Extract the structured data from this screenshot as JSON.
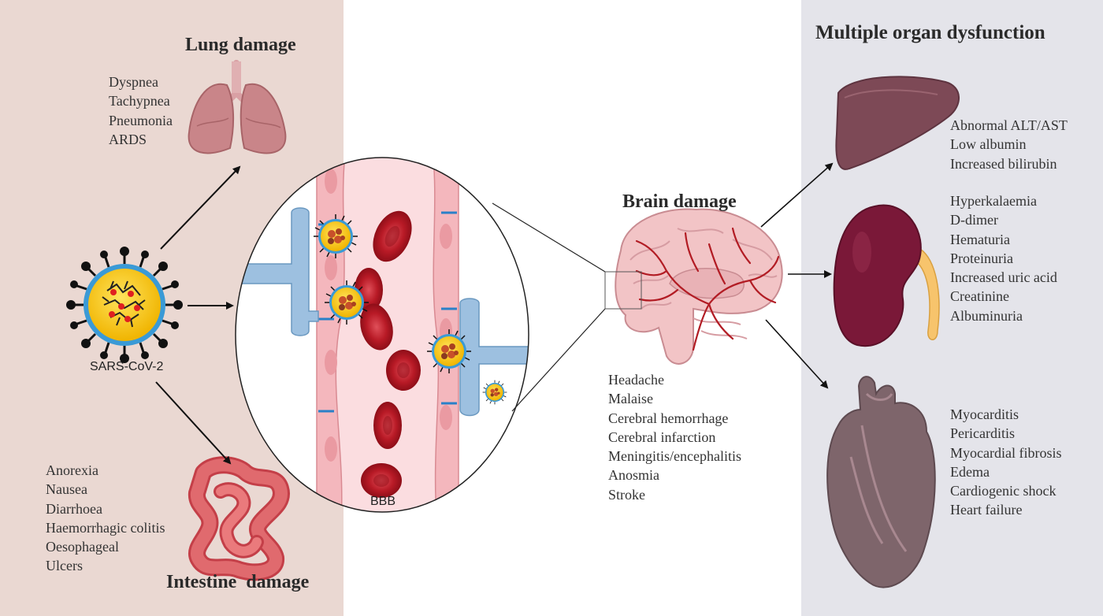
{
  "lung": {
    "title": "Lung damage",
    "symptoms": [
      "Dyspnea",
      "Tachypnea",
      "Pneumonia",
      "ARDS"
    ]
  },
  "intestine": {
    "title": "Intestine  damage",
    "symptoms": [
      "Anorexia",
      "Nausea",
      "Diarrhoea",
      "Haemorrhagic colitis",
      "Oesophageal",
      "Ulcers"
    ]
  },
  "virus": {
    "label": "SARS-CoV-2"
  },
  "bbb": {
    "label": "BBB"
  },
  "brain": {
    "title": "Brain damage",
    "symptoms": [
      "Headache",
      "Malaise",
      "Cerebral hemorrhage",
      "Cerebral infarction",
      "Meningitis/encephalitis",
      "Anosmia",
      "Stroke"
    ]
  },
  "organs": {
    "title": "Multiple organ dysfunction",
    "liver": [
      "Abnormal ALT/AST",
      "Low albumin",
      "Increased bilirubin"
    ],
    "kidney": [
      "Hyperkalaemia",
      "D-dimer",
      "Hematuria",
      "Proteinuria",
      "Increased uric acid",
      "Creatinine",
      "Albuminuria"
    ],
    "heart": [
      "Myocarditis",
      "Pericarditis",
      "Myocardial fibrosis",
      "Edema",
      "Cardiogenic shock",
      "Heart failure"
    ]
  },
  "colors": {
    "left_panel": "#ead8d2",
    "right_panel": "#e4e4ea",
    "vessel": "#f4c6c8",
    "blood_cell": "#c0202c",
    "virus_core": "#f5c518",
    "astrocyte": "#9dc0e0"
  }
}
